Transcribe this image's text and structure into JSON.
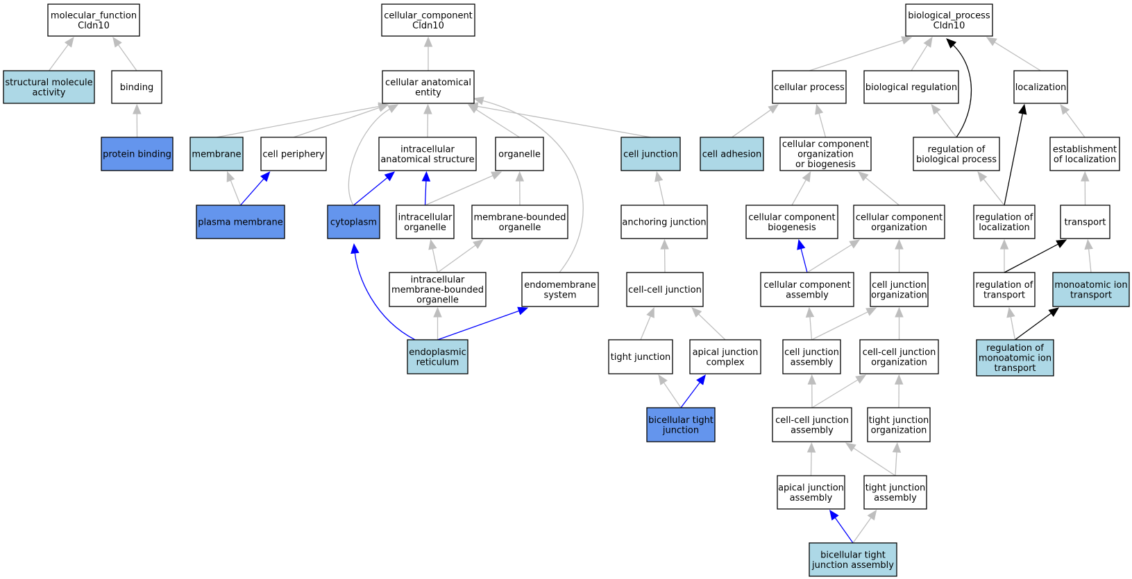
{
  "colors": {
    "white_fill": "#ffffff",
    "light_fill": "#add8e6",
    "dark_fill": "#6495ed",
    "edge_gray": "#bebebe",
    "edge_blue": "#0000ff",
    "edge_black": "#000000",
    "stroke": "#000000"
  },
  "nodes": [
    {
      "id": "mf_root",
      "lines": [
        "molecular_function",
        "Cldn10"
      ],
      "fill": "white"
    },
    {
      "id": "structural_molecule_activity",
      "lines": [
        "structural molecule",
        "activity"
      ],
      "fill": "light"
    },
    {
      "id": "binding",
      "lines": [
        "binding"
      ],
      "fill": "white"
    },
    {
      "id": "protein_binding",
      "lines": [
        "protein binding"
      ],
      "fill": "dark"
    },
    {
      "id": "cc_root",
      "lines": [
        "cellular_component",
        "Cldn10"
      ],
      "fill": "white"
    },
    {
      "id": "cellular_anatomical_entity",
      "lines": [
        "cellular anatomical",
        "entity"
      ],
      "fill": "white"
    },
    {
      "id": "membrane",
      "lines": [
        "membrane"
      ],
      "fill": "light"
    },
    {
      "id": "cell_periphery",
      "lines": [
        "cell periphery"
      ],
      "fill": "white"
    },
    {
      "id": "intracellular_anatomical_structure",
      "lines": [
        "intracellular",
        "anatomical structure"
      ],
      "fill": "white"
    },
    {
      "id": "organelle",
      "lines": [
        "organelle"
      ],
      "fill": "white"
    },
    {
      "id": "cell_junction",
      "lines": [
        "cell junction"
      ],
      "fill": "light"
    },
    {
      "id": "plasma_membrane",
      "lines": [
        "plasma membrane"
      ],
      "fill": "dark"
    },
    {
      "id": "cytoplasm",
      "lines": [
        "cytoplasm"
      ],
      "fill": "dark"
    },
    {
      "id": "intracellular_organelle",
      "lines": [
        "intracellular",
        "organelle"
      ],
      "fill": "white"
    },
    {
      "id": "membrane_bounded_organelle",
      "lines": [
        "membrane-bounded",
        "organelle"
      ],
      "fill": "white"
    },
    {
      "id": "intracellular_membrane_bounded_organelle",
      "lines": [
        "intracellular",
        "membrane-bounded",
        "organelle"
      ],
      "fill": "white"
    },
    {
      "id": "endomembrane_system",
      "lines": [
        "endomembrane",
        "system"
      ],
      "fill": "white"
    },
    {
      "id": "endoplasmic_reticulum",
      "lines": [
        "endoplasmic",
        "reticulum"
      ],
      "fill": "light"
    },
    {
      "id": "anchoring_junction",
      "lines": [
        "anchoring junction"
      ],
      "fill": "white"
    },
    {
      "id": "cell_cell_junction",
      "lines": [
        "cell-cell junction"
      ],
      "fill": "white"
    },
    {
      "id": "tight_junction",
      "lines": [
        "tight junction"
      ],
      "fill": "white"
    },
    {
      "id": "apical_junction_complex",
      "lines": [
        "apical junction",
        "complex"
      ],
      "fill": "white"
    },
    {
      "id": "bicellular_tight_junction",
      "lines": [
        "bicellular tight",
        "junction"
      ],
      "fill": "dark"
    },
    {
      "id": "bp_root",
      "lines": [
        "biological_process",
        "Cldn10"
      ],
      "fill": "white"
    },
    {
      "id": "cellular_process",
      "lines": [
        "cellular process"
      ],
      "fill": "white"
    },
    {
      "id": "biological_regulation",
      "lines": [
        "biological regulation"
      ],
      "fill": "white"
    },
    {
      "id": "localization",
      "lines": [
        "localization"
      ],
      "fill": "white"
    },
    {
      "id": "cell_adhesion",
      "lines": [
        "cell adhesion"
      ],
      "fill": "light"
    },
    {
      "id": "ccob",
      "lines": [
        "cellular component",
        "organization",
        "or biogenesis"
      ],
      "fill": "white"
    },
    {
      "id": "regulation_of_biological_process",
      "lines": [
        "regulation of",
        "biological process"
      ],
      "fill": "white"
    },
    {
      "id": "establishment_of_localization",
      "lines": [
        "establishment",
        "of localization"
      ],
      "fill": "white"
    },
    {
      "id": "cc_biogenesis",
      "lines": [
        "cellular component",
        "biogenesis"
      ],
      "fill": "white"
    },
    {
      "id": "cc_organization",
      "lines": [
        "cellular component",
        "organization"
      ],
      "fill": "white"
    },
    {
      "id": "regulation_of_localization",
      "lines": [
        "regulation of",
        "localization"
      ],
      "fill": "white"
    },
    {
      "id": "transport",
      "lines": [
        "transport"
      ],
      "fill": "white"
    },
    {
      "id": "cc_assembly",
      "lines": [
        "cellular component",
        "assembly"
      ],
      "fill": "white"
    },
    {
      "id": "cell_junction_organization",
      "lines": [
        "cell junction",
        "organization"
      ],
      "fill": "white"
    },
    {
      "id": "regulation_of_transport",
      "lines": [
        "regulation of",
        "transport"
      ],
      "fill": "white"
    },
    {
      "id": "monoatomic_ion_transport",
      "lines": [
        "monoatomic ion",
        "transport"
      ],
      "fill": "light"
    },
    {
      "id": "cell_junction_assembly",
      "lines": [
        "cell junction",
        "assembly"
      ],
      "fill": "white"
    },
    {
      "id": "cell_cell_junction_organization",
      "lines": [
        "cell-cell junction",
        "organization"
      ],
      "fill": "white"
    },
    {
      "id": "regulation_of_monoatomic_ion_transport",
      "lines": [
        "regulation of",
        "monoatomic ion",
        "transport"
      ],
      "fill": "light"
    },
    {
      "id": "cell_cell_junction_assembly",
      "lines": [
        "cell-cell junction",
        "assembly"
      ],
      "fill": "white"
    },
    {
      "id": "tight_junction_organization",
      "lines": [
        "tight junction",
        "organization"
      ],
      "fill": "white"
    },
    {
      "id": "apical_junction_assembly",
      "lines": [
        "apical junction",
        "assembly"
      ],
      "fill": "white"
    },
    {
      "id": "tight_junction_assembly",
      "lines": [
        "tight junction",
        "assembly"
      ],
      "fill": "white"
    },
    {
      "id": "bicellular_tight_junction_assembly",
      "lines": [
        "bicellular tight",
        "junction assembly"
      ],
      "fill": "light"
    }
  ],
  "edges": [
    {
      "from": "structural_molecule_activity",
      "to": "mf_root",
      "color": "gray"
    },
    {
      "from": "binding",
      "to": "mf_root",
      "color": "gray"
    },
    {
      "from": "protein_binding",
      "to": "binding",
      "color": "gray"
    },
    {
      "from": "cellular_anatomical_entity",
      "to": "cc_root",
      "color": "gray"
    },
    {
      "from": "membrane",
      "to": "cellular_anatomical_entity",
      "color": "gray"
    },
    {
      "from": "cell_periphery",
      "to": "cellular_anatomical_entity",
      "color": "gray"
    },
    {
      "from": "cytoplasm",
      "to": "cellular_anatomical_entity",
      "color": "gray",
      "curve": "cytoplasm"
    },
    {
      "from": "intracellular_anatomical_structure",
      "to": "cellular_anatomical_entity",
      "color": "gray"
    },
    {
      "from": "organelle",
      "to": "cellular_anatomical_entity",
      "color": "gray"
    },
    {
      "from": "cell_junction",
      "to": "cellular_anatomical_entity",
      "color": "gray"
    },
    {
      "from": "endomembrane_system",
      "to": "cellular_anatomical_entity",
      "color": "gray",
      "curve": "endomembrane"
    },
    {
      "from": "plasma_membrane",
      "to": "membrane",
      "color": "gray"
    },
    {
      "from": "plasma_membrane",
      "to": "cell_periphery",
      "color": "blue"
    },
    {
      "from": "cytoplasm",
      "to": "intracellular_anatomical_structure",
      "color": "blue"
    },
    {
      "from": "intracellular_organelle",
      "to": "intracellular_anatomical_structure",
      "color": "blue"
    },
    {
      "from": "intracellular_organelle",
      "to": "organelle",
      "color": "gray"
    },
    {
      "from": "membrane_bounded_organelle",
      "to": "organelle",
      "color": "gray"
    },
    {
      "from": "intracellular_membrane_bounded_organelle",
      "to": "intracellular_organelle",
      "color": "gray"
    },
    {
      "from": "intracellular_membrane_bounded_organelle",
      "to": "membrane_bounded_organelle",
      "color": "gray"
    },
    {
      "from": "endoplasmic_reticulum",
      "to": "intracellular_membrane_bounded_organelle",
      "color": "gray"
    },
    {
      "from": "endoplasmic_reticulum",
      "to": "cytoplasm",
      "color": "blue",
      "curve": "er_cytoplasm"
    },
    {
      "from": "endoplasmic_reticulum",
      "to": "endomembrane_system",
      "color": "blue"
    },
    {
      "from": "anchoring_junction",
      "to": "cell_junction",
      "color": "gray"
    },
    {
      "from": "cell_cell_junction",
      "to": "anchoring_junction",
      "color": "gray"
    },
    {
      "from": "tight_junction",
      "to": "cell_cell_junction",
      "color": "gray"
    },
    {
      "from": "apical_junction_complex",
      "to": "cell_cell_junction",
      "color": "gray"
    },
    {
      "from": "bicellular_tight_junction",
      "to": "tight_junction",
      "color": "gray"
    },
    {
      "from": "bicellular_tight_junction",
      "to": "apical_junction_complex",
      "color": "blue"
    },
    {
      "from": "cellular_process",
      "to": "bp_root",
      "color": "gray"
    },
    {
      "from": "biological_regulation",
      "to": "bp_root",
      "color": "gray"
    },
    {
      "from": "localization",
      "to": "bp_root",
      "color": "gray"
    },
    {
      "from": "regulation_of_biological_process",
      "to": "bp_root",
      "color": "black",
      "curve": "rbp_root"
    },
    {
      "from": "cell_adhesion",
      "to": "cellular_process",
      "color": "gray"
    },
    {
      "from": "ccob",
      "to": "cellular_process",
      "color": "gray"
    },
    {
      "from": "regulation_of_biological_process",
      "to": "biological_regulation",
      "color": "gray"
    },
    {
      "from": "establishment_of_localization",
      "to": "localization",
      "color": "gray"
    },
    {
      "from": "regulation_of_localization",
      "to": "localization",
      "color": "black"
    },
    {
      "from": "cc_biogenesis",
      "to": "ccob",
      "color": "gray"
    },
    {
      "from": "cc_organization",
      "to": "ccob",
      "color": "gray"
    },
    {
      "from": "regulation_of_localization",
      "to": "regulation_of_biological_process",
      "color": "gray"
    },
    {
      "from": "transport",
      "to": "establishment_of_localization",
      "color": "gray"
    },
    {
      "from": "cc_assembly",
      "to": "cc_biogenesis",
      "color": "blue"
    },
    {
      "from": "cc_assembly",
      "to": "cc_organization",
      "color": "gray"
    },
    {
      "from": "cell_junction_organization",
      "to": "cc_organization",
      "color": "gray"
    },
    {
      "from": "regulation_of_transport",
      "to": "regulation_of_localization",
      "color": "gray"
    },
    {
      "from": "regulation_of_transport",
      "to": "transport",
      "color": "black"
    },
    {
      "from": "monoatomic_ion_transport",
      "to": "transport",
      "color": "gray"
    },
    {
      "from": "cell_junction_assembly",
      "to": "cc_assembly",
      "color": "gray"
    },
    {
      "from": "cell_junction_assembly",
      "to": "cell_junction_organization",
      "color": "gray"
    },
    {
      "from": "cell_cell_junction_organization",
      "to": "cell_junction_organization",
      "color": "gray"
    },
    {
      "from": "regulation_of_monoatomic_ion_transport",
      "to": "regulation_of_transport",
      "color": "gray"
    },
    {
      "from": "regulation_of_monoatomic_ion_transport",
      "to": "monoatomic_ion_transport",
      "color": "black"
    },
    {
      "from": "cell_cell_junction_assembly",
      "to": "cell_junction_assembly",
      "color": "gray"
    },
    {
      "from": "cell_cell_junction_assembly",
      "to": "cell_cell_junction_organization",
      "color": "gray"
    },
    {
      "from": "tight_junction_organization",
      "to": "cell_cell_junction_organization",
      "color": "gray"
    },
    {
      "from": "apical_junction_assembly",
      "to": "cell_cell_junction_assembly",
      "color": "gray"
    },
    {
      "from": "tight_junction_assembly",
      "to": "cell_cell_junction_assembly",
      "color": "gray"
    },
    {
      "from": "tight_junction_assembly",
      "to": "tight_junction_organization",
      "color": "gray"
    },
    {
      "from": "bicellular_tight_junction_assembly",
      "to": "apical_junction_assembly",
      "color": "blue"
    },
    {
      "from": "bicellular_tight_junction_assembly",
      "to": "tight_junction_assembly",
      "color": "gray"
    }
  ]
}
